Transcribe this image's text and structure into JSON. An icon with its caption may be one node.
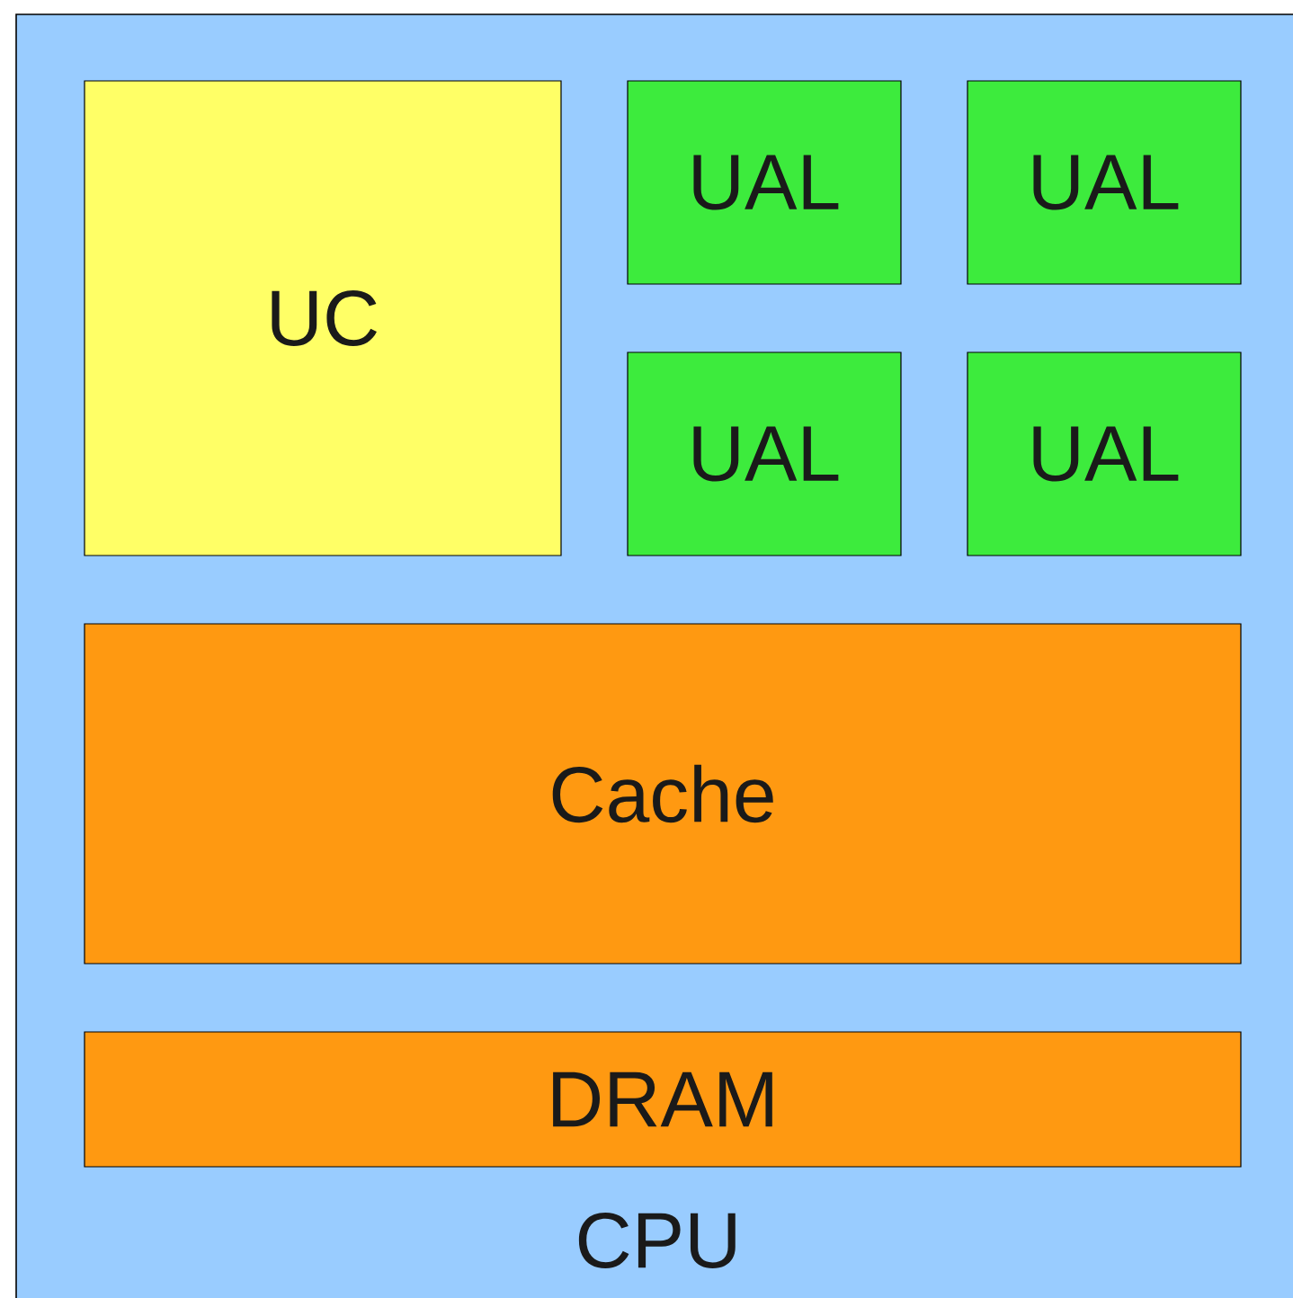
{
  "diagram": {
    "nodes": [
      {
        "text": [
          "CPU"
        ]
      },
      {
        "text": [
          "UC"
        ],
        "in": 0
      },
      {
        "text": [
          "UAL"
        ],
        "in": 0
      },
      {
        "text": [
          "UAL"
        ],
        "in": 0
      },
      {
        "text": [
          "UAL"
        ],
        "in": 0
      },
      {
        "text": [
          "UAL"
        ],
        "in": 0
      },
      {
        "text": [
          "Cache"
        ],
        "in": 0
      },
      {
        "text": [
          "DRAM"
        ],
        "in": 0
      }
    ]
  }
}
